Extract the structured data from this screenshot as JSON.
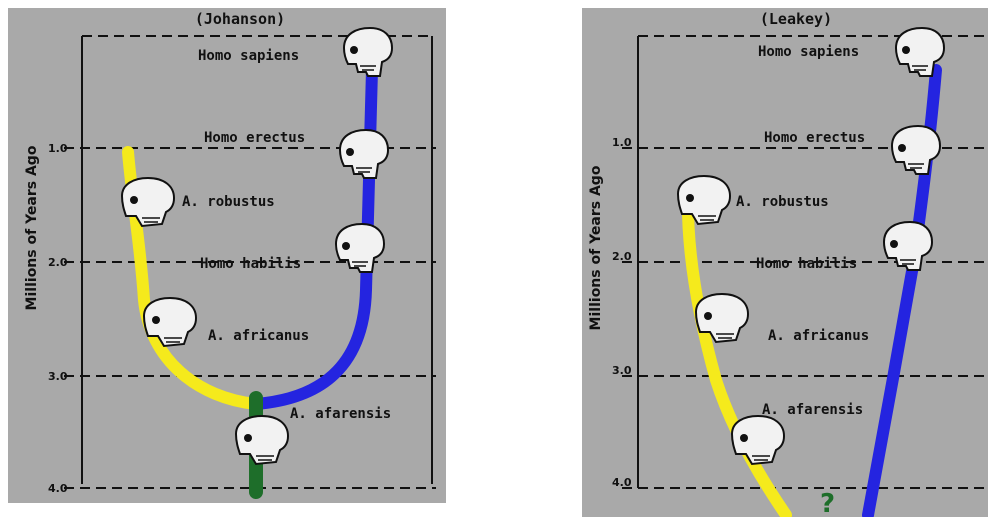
{
  "colors": {
    "background": "#a9a9a9",
    "robust_lineage": "#f5ea1c",
    "homo_lineage": "#2424e0",
    "afarensis_stem": "#1e6e2a",
    "skull": "#f2f2f2"
  },
  "panels": [
    {
      "title": "(Johanson)",
      "axis_title": "Millions of Years Ago",
      "ticks": [
        "1.0",
        "2.0",
        "3.0",
        "4.0"
      ],
      "labels": {
        "homo_sapiens": "Homo sapiens",
        "homo_erectus": "Homo erectus",
        "a_robustus": "A. robustus",
        "homo_habilis": "Homo habilis",
        "a_africanus": "A. africanus",
        "a_afarensis": "A. afarensis"
      }
    },
    {
      "title": "(Leakey)",
      "axis_title": "Millions of Years Ago",
      "ticks": [
        "1.0",
        "2.0",
        "3.0",
        "4.0"
      ],
      "labels": {
        "homo_sapiens": "Homo sapiens",
        "homo_erectus": "Homo erectus",
        "a_robustus": "A. robustus",
        "homo_habilis": "Homo habilis",
        "a_africanus": "A. africanus",
        "a_afarensis": "A. afarensis"
      },
      "unknown_ancestor": "?"
    }
  ]
}
